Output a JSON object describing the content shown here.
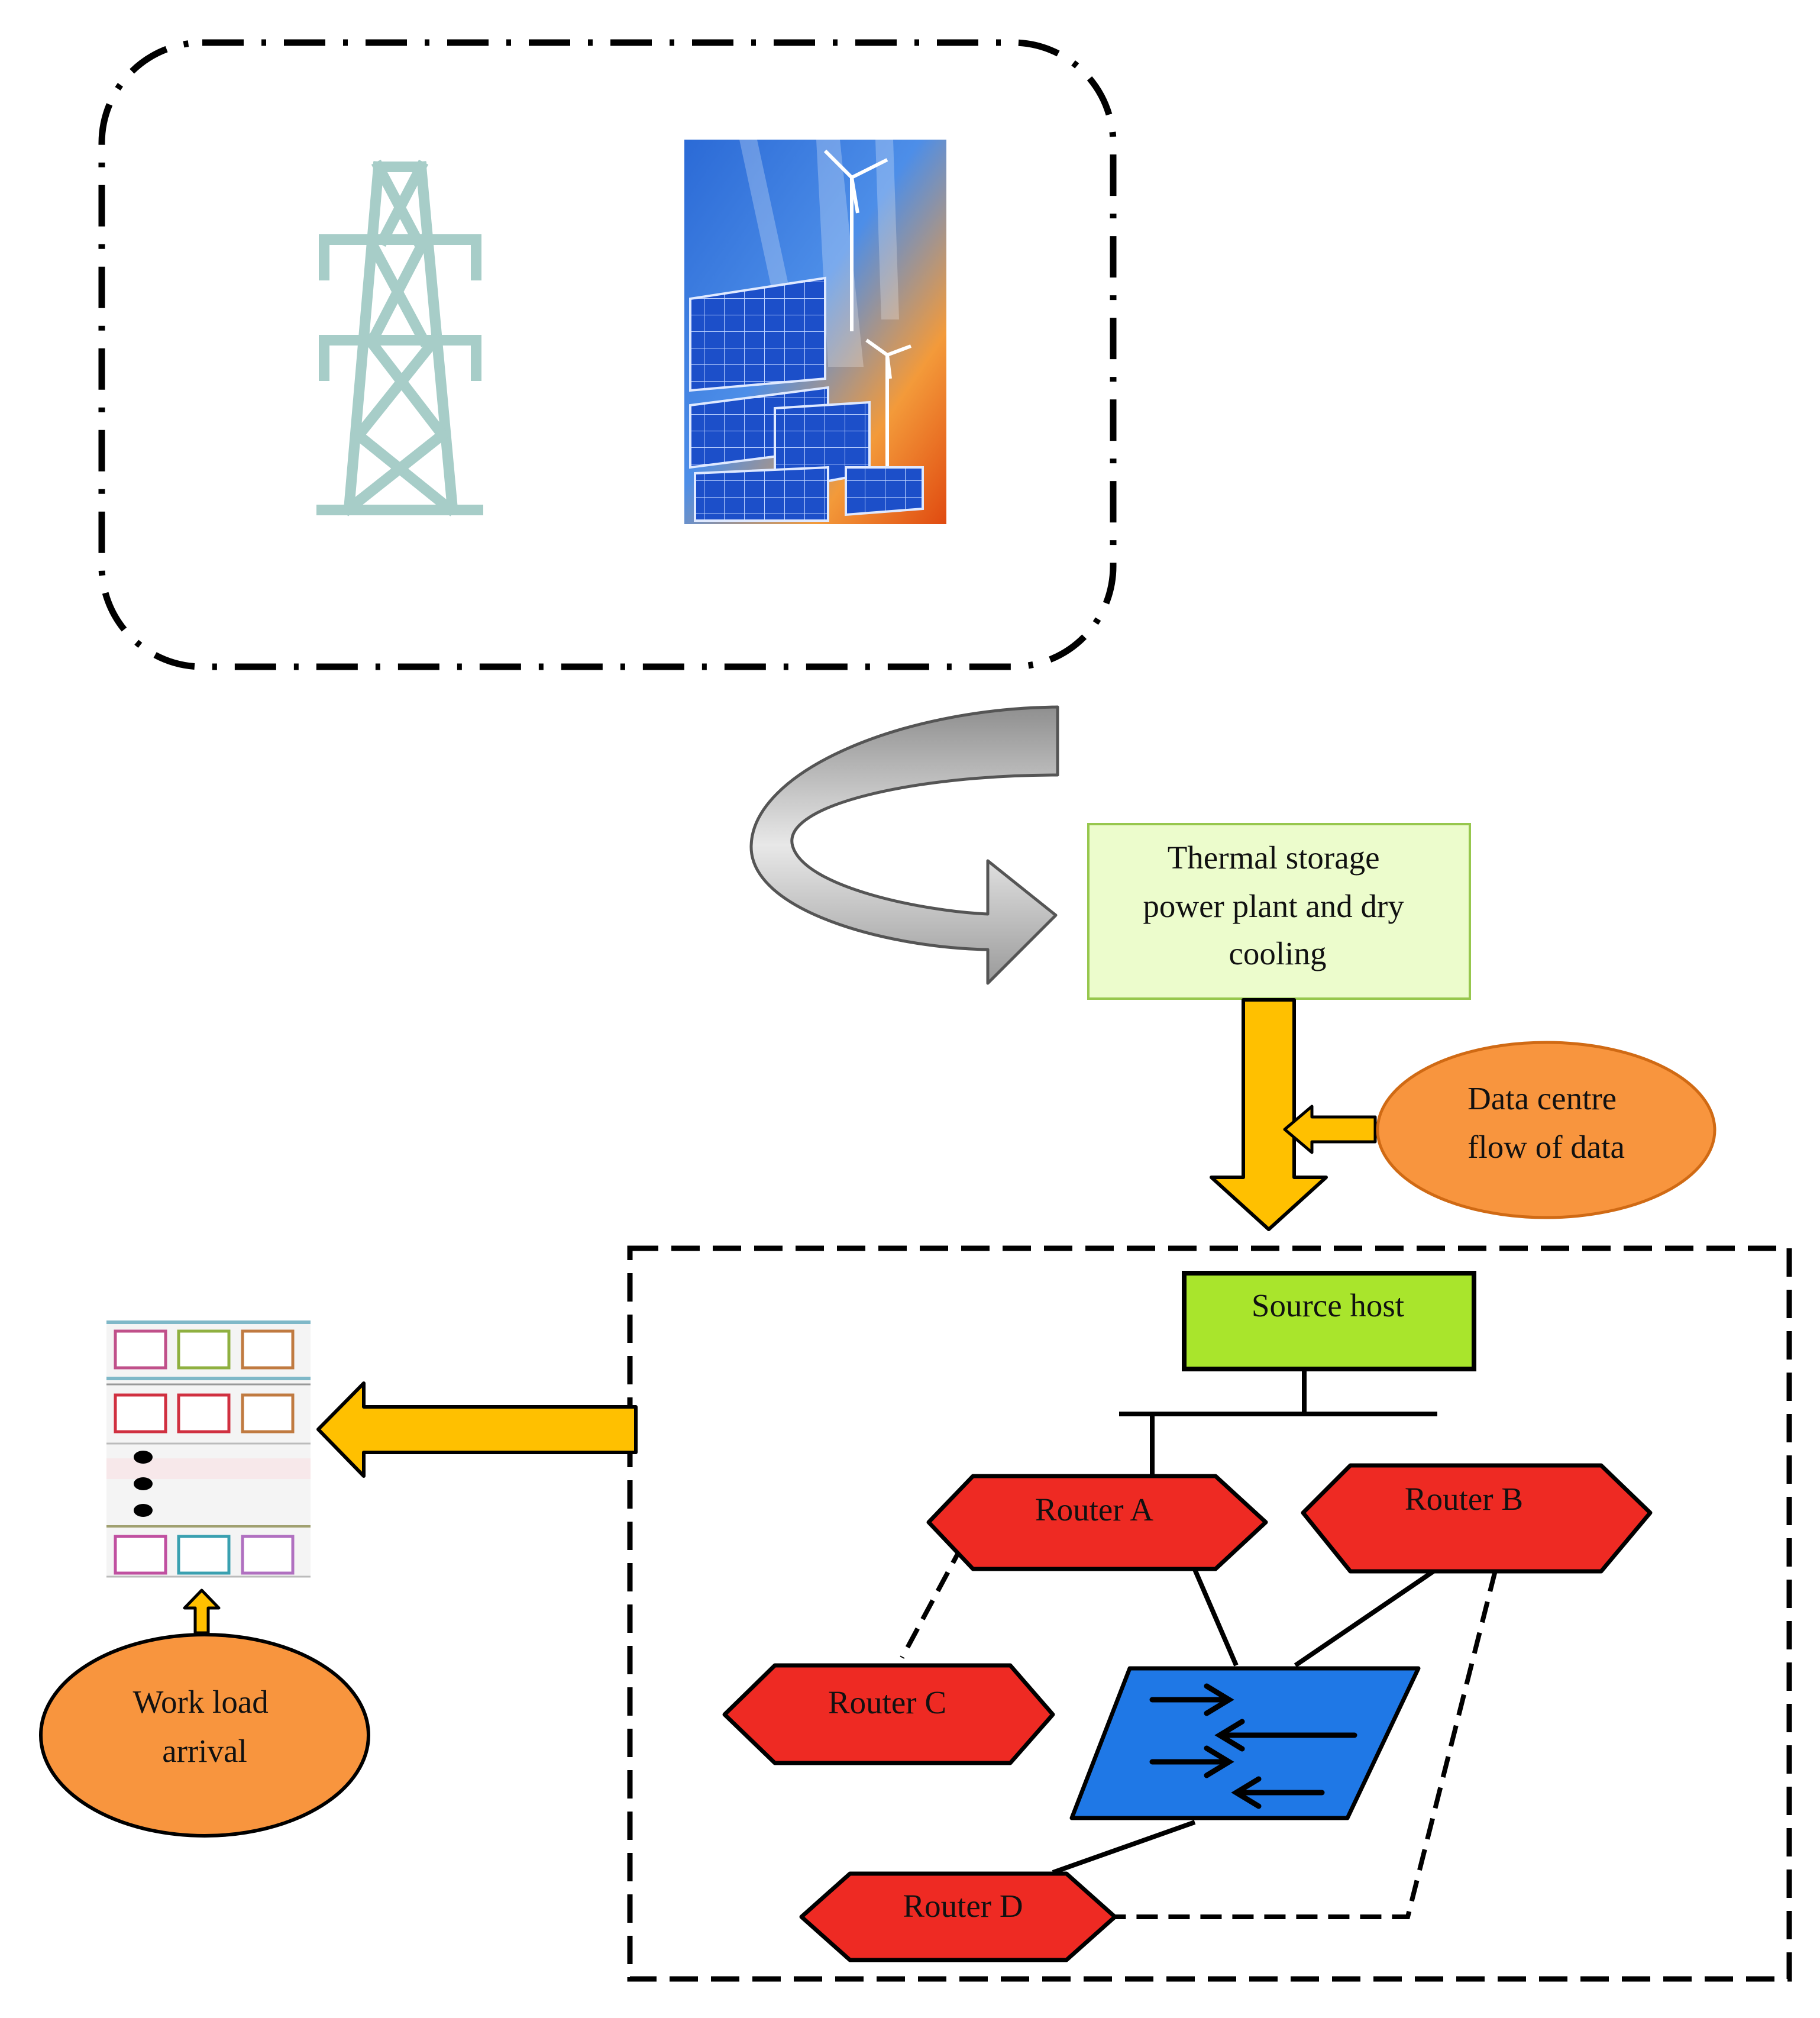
{
  "nodes": {
    "thermal_storage": {
      "lines": [
        "Thermal  storage",
        "power plant and dry",
        "cooling"
      ]
    },
    "data_centre": {
      "lines": [
        "Data centre",
        "flow of data"
      ]
    },
    "source_host": {
      "label": "Source host"
    },
    "router_a": {
      "label": "Router A"
    },
    "router_b": {
      "label": "Router B"
    },
    "router_c": {
      "label": "Router C"
    },
    "router_d": {
      "label": "Router D"
    },
    "work_load": {
      "lines": [
        "Work load",
        "arrival"
      ]
    }
  },
  "colors": {
    "router_fill": "#ee2a23",
    "hub_fill": "#1f78e6",
    "source_host_fill": "#a9e52c",
    "thermal_fill": "#ecfccc",
    "ellipse_fill": "#f8953e",
    "flow_arrow": "#ffc000",
    "pylon": "#a7cdc8"
  },
  "icons": {
    "pylon": "transmission-tower-icon",
    "renewables": "solar-wind-picture"
  }
}
